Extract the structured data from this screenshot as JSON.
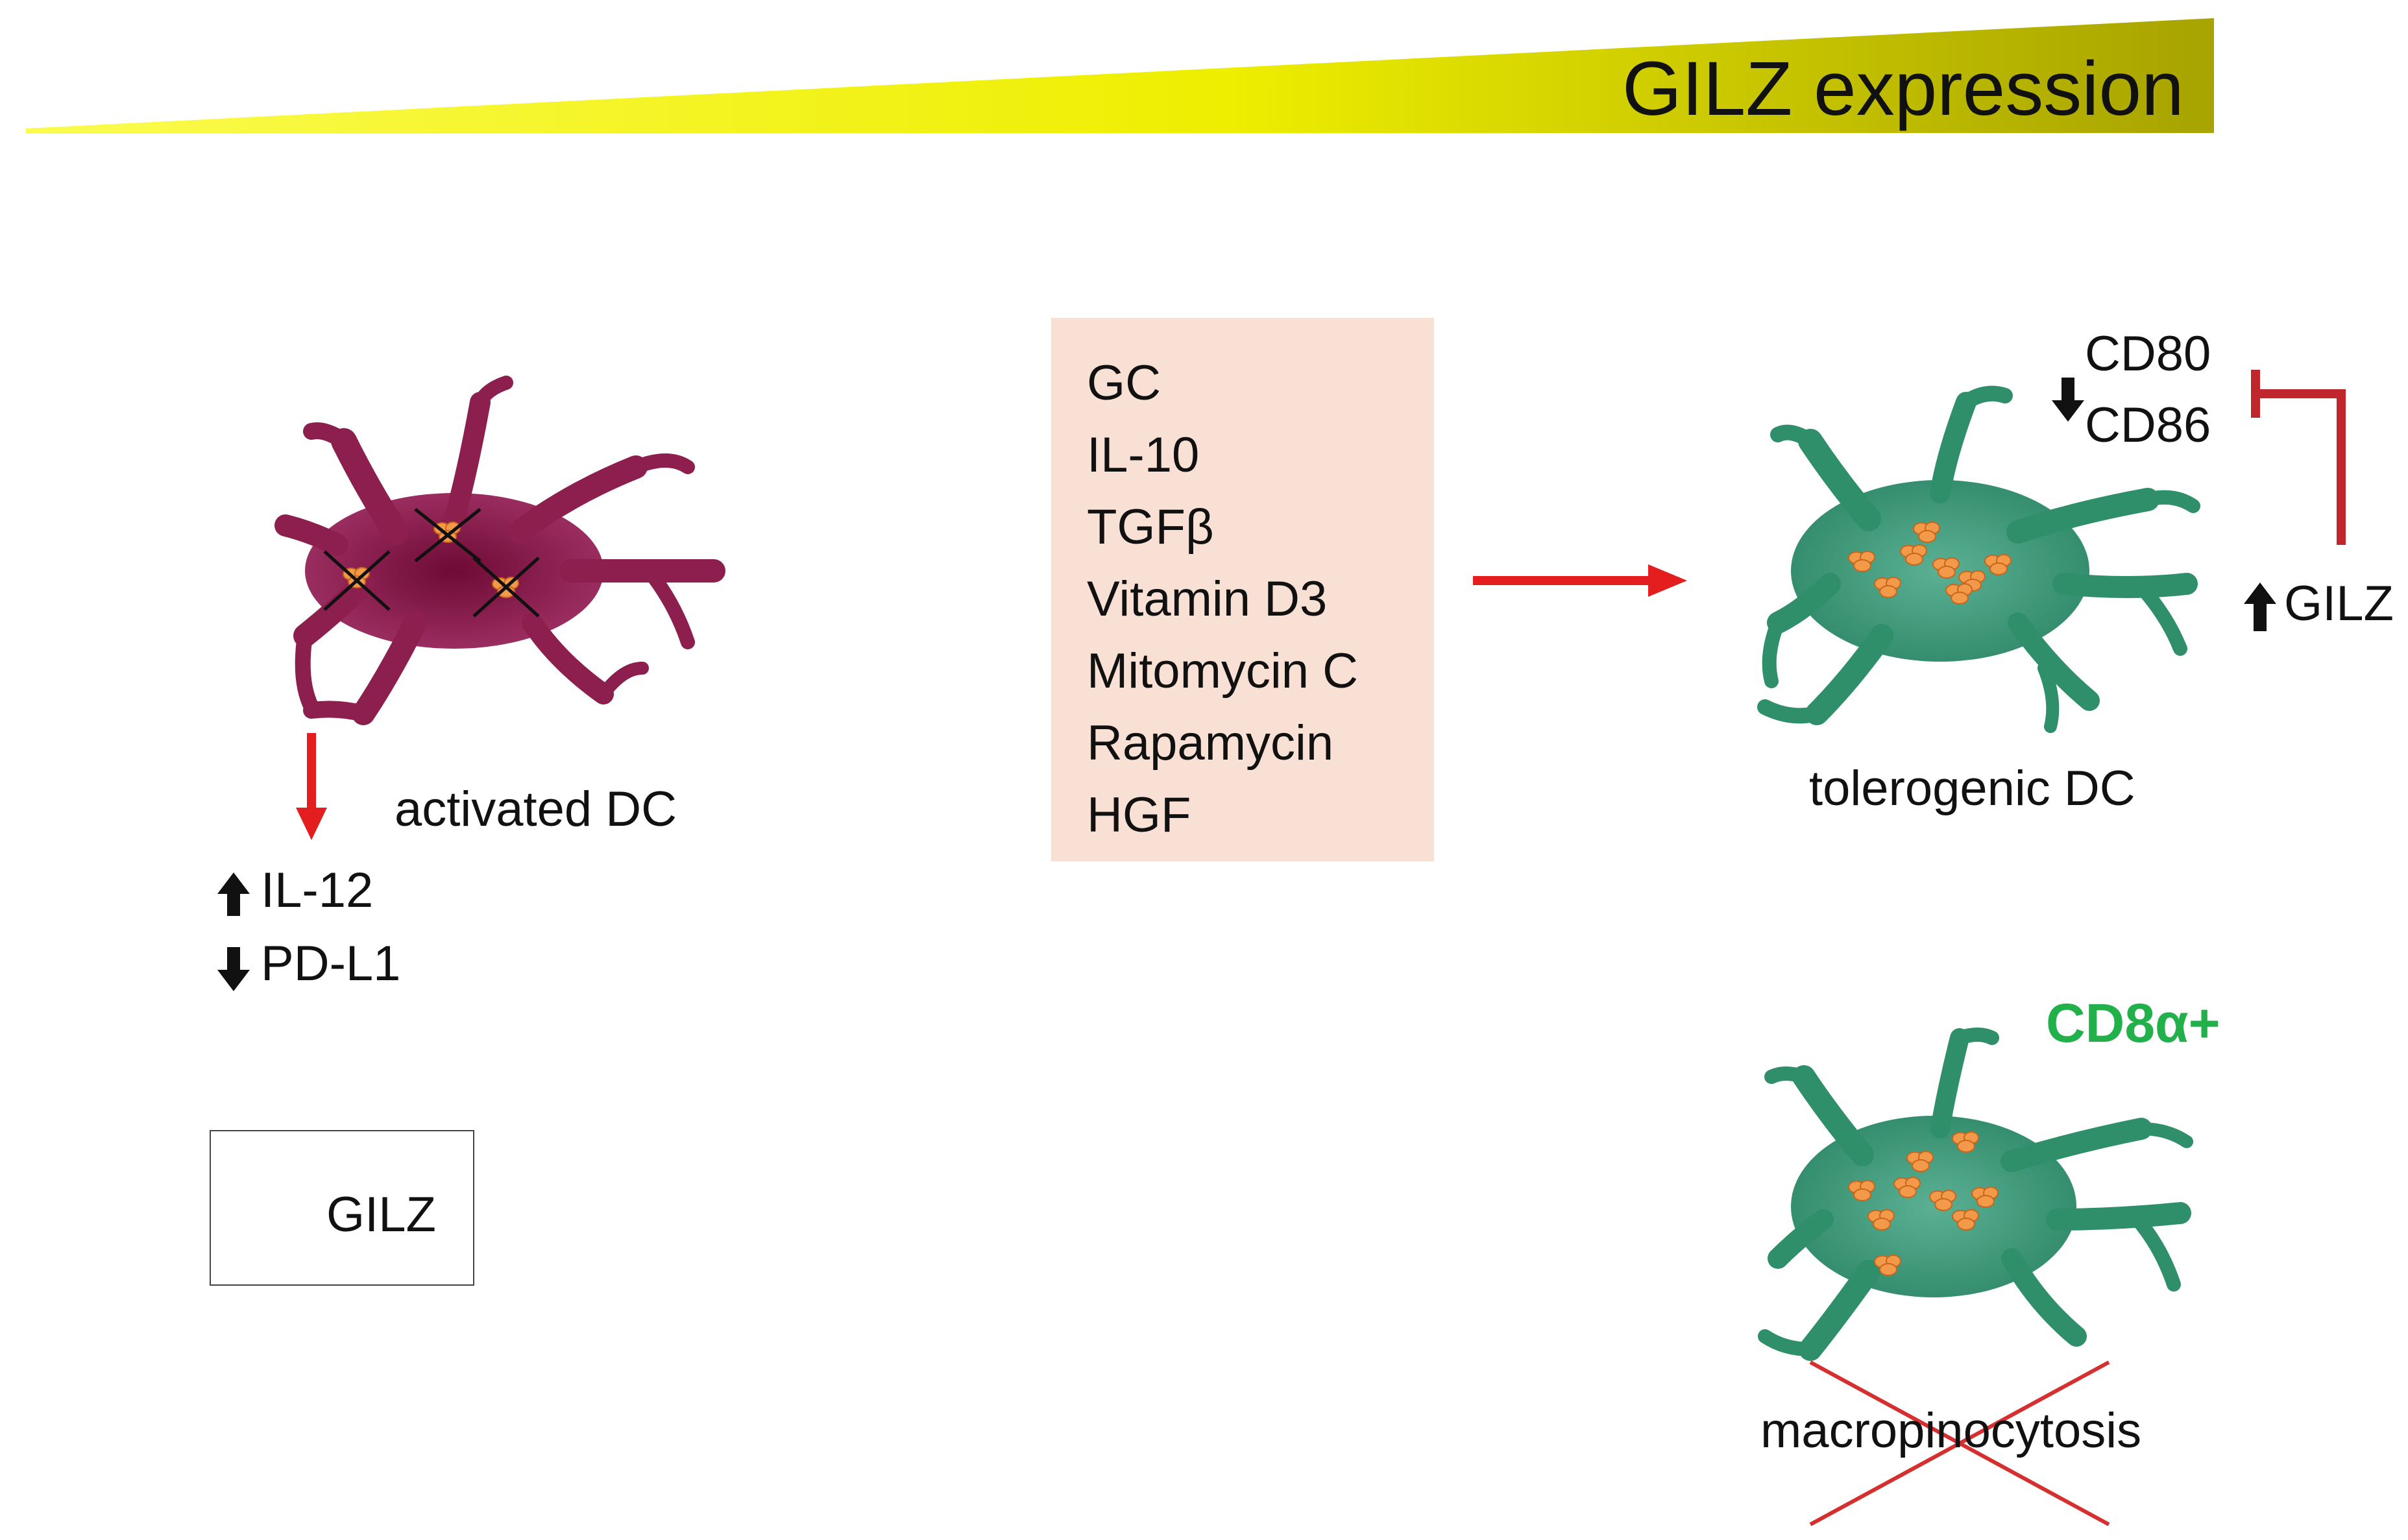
{
  "banner": {
    "title": "GILZ expression"
  },
  "conditions": {
    "items": [
      "GC",
      "IL-10",
      "TGFβ",
      "Vitamin D3",
      "Mitomycin C",
      "Rapamycin",
      "HGF"
    ]
  },
  "activated_dc": {
    "label": "activated DC",
    "up_marker": "IL-12",
    "down_marker": "PD-L1"
  },
  "tolerogenic_dc": {
    "label": "tolerogenic DC",
    "down_markers": [
      "CD80",
      "CD86"
    ],
    "up_marker": "GILZ"
  },
  "cd8_dc": {
    "label": "CD8α+",
    "crossed_process": "macropinocytosis"
  },
  "legend": {
    "label": "GILZ"
  },
  "colors": {
    "activated_dc": "#8c1f4e",
    "tolerogenic_dc": "#2f8f6b",
    "gilz_granule": "#f2994a",
    "arrow_red": "#e41e1e",
    "inhibit_red": "#c0272d",
    "cd8_label": "#22b04b",
    "banner_yellow": "#f3f000",
    "banner_olive": "#b5b200",
    "condition_box": "#f8e1d4"
  }
}
